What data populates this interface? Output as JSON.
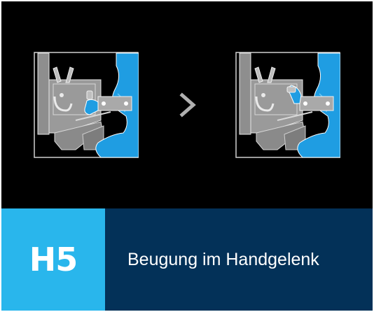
{
  "exercise": {
    "code": "H5",
    "title": "Beugung im Handgelenk"
  },
  "colors": {
    "background": "#000000",
    "code_panel": "#29b6ec",
    "title_panel": "#033158",
    "arm": "#1f9de2",
    "machine": "#9a9a9a",
    "arrow": "#b0b0b0"
  },
  "icons": {
    "start": "wrist-machine-start-position",
    "end": "wrist-machine-flexed-position",
    "transition": "chevron-right-icon"
  }
}
